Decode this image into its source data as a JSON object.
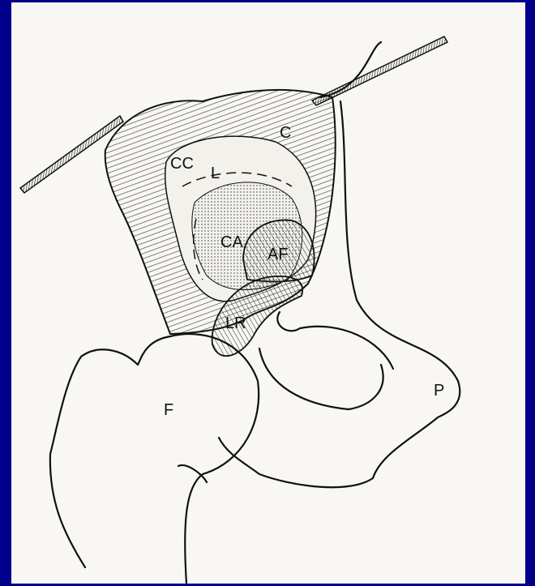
{
  "colors": {
    "frame": "#00008b",
    "paper": "#f8f7f3",
    "ink": "#111111"
  },
  "labels": {
    "c": "C",
    "cc": "CC",
    "l": "L",
    "ca": "CA",
    "af": "AF",
    "lr": "LR",
    "f": "F",
    "p": "P"
  }
}
